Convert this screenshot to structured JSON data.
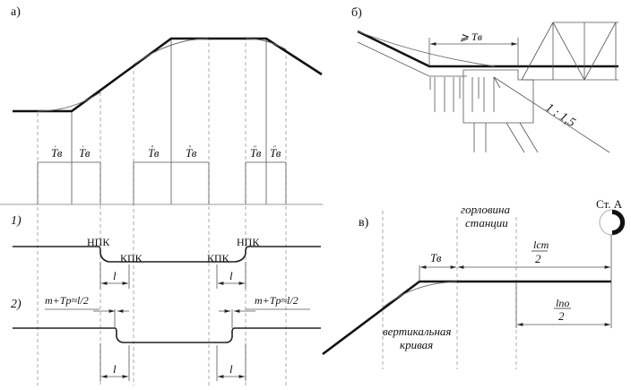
{
  "panel_a": {
    "label": "а)",
    "tangent_labels": [
      "Тв'",
      "Тв'",
      "Тв°",
      "Тв°",
      "Тв''",
      "Тв''"
    ],
    "tangent_base": "Тв",
    "tangent_marks": [
      "′",
      "′",
      "°",
      "°",
      "″",
      "″"
    ]
  },
  "panel_1": {
    "label": "1)",
    "npk_left": "НПК",
    "kpk_left": "КПК",
    "kpk_right": "КПК",
    "npk_right": "НПК",
    "dim_left": "l",
    "dim_right": "l"
  },
  "panel_2": {
    "label": "2)",
    "formula_left": "m+Tp≈l/2",
    "formula_right": "m+Tp≈l/2",
    "dim_left": "l",
    "dim_right": "l"
  },
  "panel_b": {
    "label": "б)",
    "dim_label": "⩾ Tв",
    "slope_label": "1 : 1,5"
  },
  "panel_v": {
    "label": "в)",
    "station_label": "Ст. А",
    "throat_line1": "горловина",
    "throat_line2": "станции",
    "tv_label": "Тв",
    "lst_num": "lст",
    "lst_den": "2",
    "lpo_num": "lпо",
    "lpo_den": "2",
    "curve_line1": "вертикальная",
    "curve_line2": "кривая"
  }
}
